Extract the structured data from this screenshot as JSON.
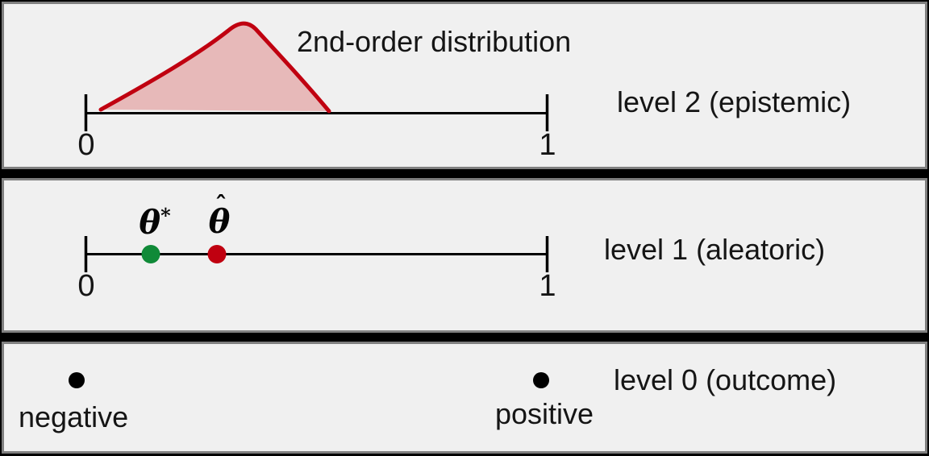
{
  "figure": {
    "panel_style": {
      "background": "#f0f0f0",
      "border": "#808080",
      "gap_color": "#000000"
    },
    "colors": {
      "axis": "#000000",
      "curve_stroke": "#c00010",
      "curve_fill": "#e7b9b9",
      "outcome_dot": "#000000"
    },
    "panels": [
      {
        "name": "level-2",
        "label": "level 2 (epistemic)",
        "annotation": "2nd-order distribution",
        "axis": {
          "min_label": "0",
          "max_label": "1",
          "range": [
            0,
            1
          ]
        },
        "distribution": {
          "shape": "unimodal right-skewed density over [0,1]",
          "support_approx": [
            0.03,
            0.53
          ],
          "mode_approx": 0.34
        }
      },
      {
        "name": "level-1",
        "label": "level 1 (aleatoric)",
        "axis": {
          "min_label": "0",
          "max_label": "1",
          "range": [
            0,
            1
          ]
        },
        "points": [
          {
            "id": "theta-star",
            "symbol": "θ",
            "superscript": "*",
            "color": "#108a38",
            "value_approx": 0.14
          },
          {
            "id": "theta-hat",
            "symbol": "θ",
            "accent": "ˆ",
            "color": "#c00010",
            "value_approx": 0.28
          }
        ]
      },
      {
        "name": "level-0",
        "label": "level 0 (outcome)",
        "outcomes": [
          {
            "label": "negative"
          },
          {
            "label": "positive"
          }
        ]
      }
    ]
  }
}
